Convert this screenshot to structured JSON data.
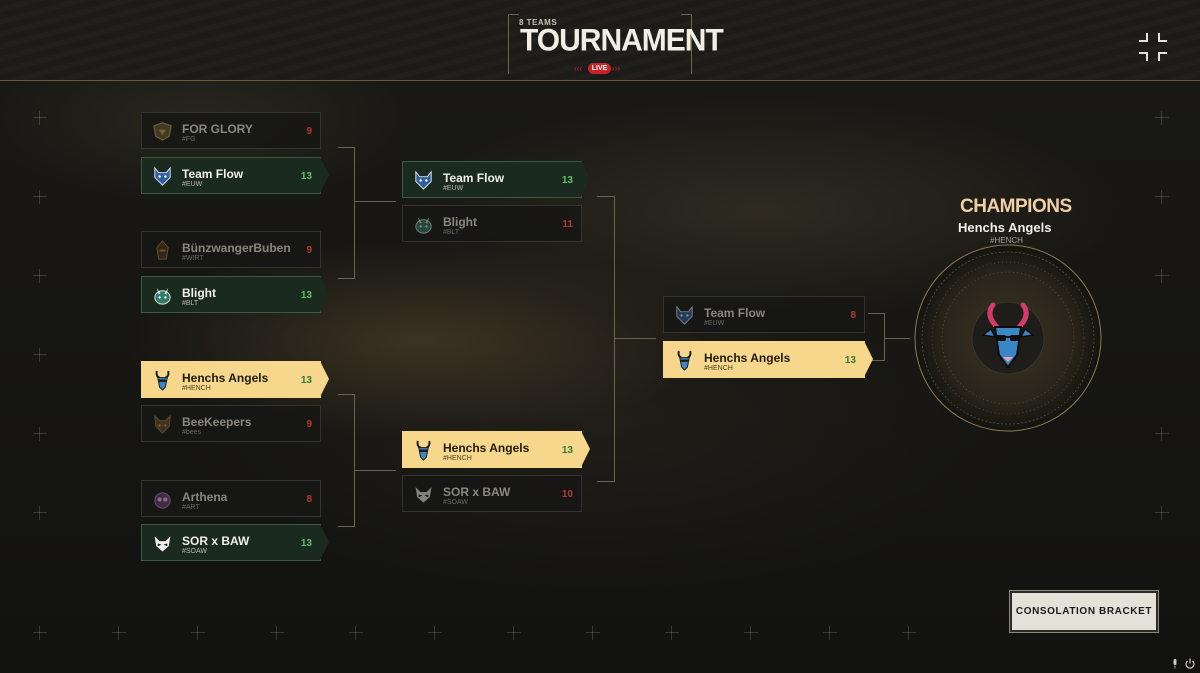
{
  "header": {
    "teams_count": "8 TEAMS",
    "title": "TOURNAMENT",
    "live": "LIVE"
  },
  "colors": {
    "accent_gold": "#f6d78c",
    "win_green": "#5cc26a",
    "loss_red": "#b3382f",
    "live_red": "#c8232a"
  },
  "round1": [
    {
      "name": "FOR GLORY",
      "tag": "#FG",
      "score": "9",
      "result": "loss",
      "icon": "shield-icon"
    },
    {
      "name": "Team Flow",
      "tag": "#EUW",
      "score": "13",
      "result": "win",
      "icon": "wolf-icon"
    },
    {
      "name": "BünzwangerBuben",
      "tag": "#WIRT",
      "score": "9",
      "result": "loss",
      "icon": "knight-icon"
    },
    {
      "name": "Blight",
      "tag": "#BLT",
      "score": "13",
      "result": "win",
      "icon": "goblin-icon"
    },
    {
      "name": "Henchs Angels",
      "tag": "#HENCH",
      "score": "13",
      "result": "win",
      "icon": "goat-icon"
    },
    {
      "name": "BeeKeepers",
      "tag": "#bees",
      "score": "9",
      "result": "loss",
      "icon": "bee-icon"
    },
    {
      "name": "Arthena",
      "tag": "#ART",
      "score": "8",
      "result": "loss",
      "icon": "owl-icon"
    },
    {
      "name": "SOR x BAW",
      "tag": "#SOAW",
      "score": "13",
      "result": "win",
      "icon": "fox-icon"
    }
  ],
  "round2": [
    {
      "name": "Team Flow",
      "tag": "#EUW",
      "score": "13",
      "result": "win",
      "icon": "wolf-icon"
    },
    {
      "name": "Blight",
      "tag": "#BLT",
      "score": "11",
      "result": "loss",
      "icon": "goblin-icon"
    },
    {
      "name": "Henchs Angels",
      "tag": "#HENCH",
      "score": "13",
      "result": "win",
      "icon": "goat-icon"
    },
    {
      "name": "SOR x BAW",
      "tag": "#SOAW",
      "score": "10",
      "result": "loss",
      "icon": "fox-icon"
    }
  ],
  "final": [
    {
      "name": "Team Flow",
      "tag": "#EUW",
      "score": "8",
      "result": "loss",
      "icon": "wolf-icon"
    },
    {
      "name": "Henchs Angels",
      "tag": "#HENCH",
      "score": "13",
      "result": "win",
      "icon": "goat-icon"
    }
  ],
  "champion": {
    "label": "CHAMPIONS",
    "name": "Henchs Angels",
    "tag": "#HENCH",
    "icon": "goat-icon"
  },
  "buttons": {
    "consolation": "CONSOLATION BRACKET"
  }
}
